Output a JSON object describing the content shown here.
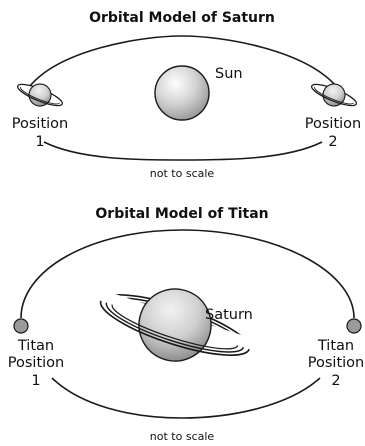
{
  "saturn_model": {
    "title": "Orbital Model of Saturn",
    "sun_label": "Sun",
    "position_1": {
      "line1": "Position",
      "line2": "1"
    },
    "position_2": {
      "line1": "Position",
      "line2": "2"
    },
    "note": "not to scale"
  },
  "titan_model": {
    "title": "Orbital Model of Titan",
    "saturn_label": "Saturn",
    "position_1": {
      "line1": "Titan",
      "line2": "Position",
      "line3": "1"
    },
    "position_2": {
      "line1": "Titan",
      "line2": "Position",
      "line3": "2"
    },
    "note": "not to scale"
  },
  "colors": {
    "sun_light": "#ffffff",
    "sun_dark": "#9a9a9a",
    "planet_light": "#eeeeee",
    "planet_dark": "#8c8c8c",
    "moon": "#9a9a9a",
    "stroke": "#1a1a1a"
  }
}
